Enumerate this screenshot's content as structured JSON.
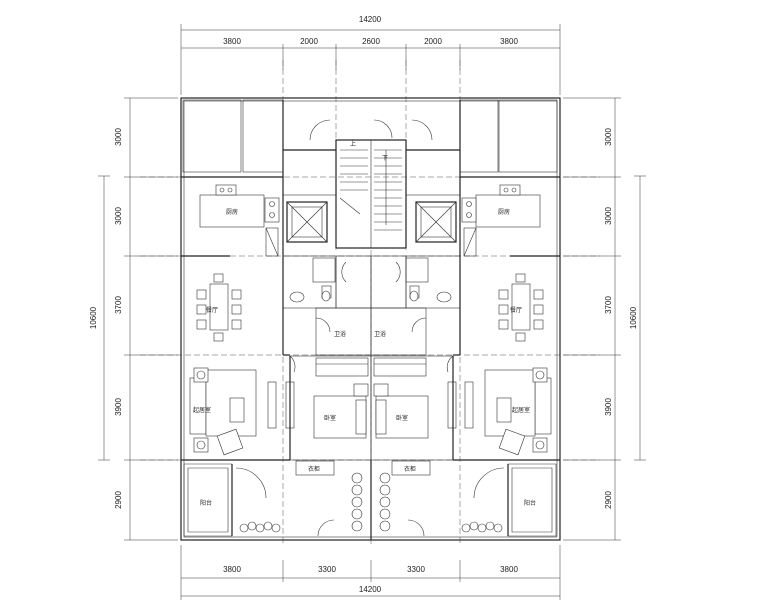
{
  "dimensions": {
    "top_total": "14200",
    "top_segments": [
      "3800",
      "2000",
      "2600",
      "2000",
      "3800"
    ],
    "bottom_segments": [
      "3800",
      "3300",
      "3300",
      "3800"
    ],
    "bottom_total": "14200",
    "left_segments": [
      "3000",
      "3000",
      "3700",
      "3900",
      "2900"
    ],
    "left_total": "10600",
    "right_segments": [
      "3000",
      "3000",
      "3700",
      "3900",
      "2900"
    ],
    "right_total": "10600"
  },
  "rooms": {
    "kitchen_left": "厨房",
    "kitchen_right": "厨房",
    "dining_left": "餐厅",
    "dining_right": "餐厅",
    "living_left": "起居室",
    "living_right": "起居室",
    "bath_left": "卫浴",
    "bath_right": "卫浴",
    "bedroom_left": "卧室",
    "bedroom_right": "卧室",
    "closet_left": "衣柜",
    "closet_right": "衣柜",
    "balcony_left": "阳台",
    "balcony_right": "阳台",
    "stair_up_left": "上",
    "stair_up_right": "下"
  }
}
